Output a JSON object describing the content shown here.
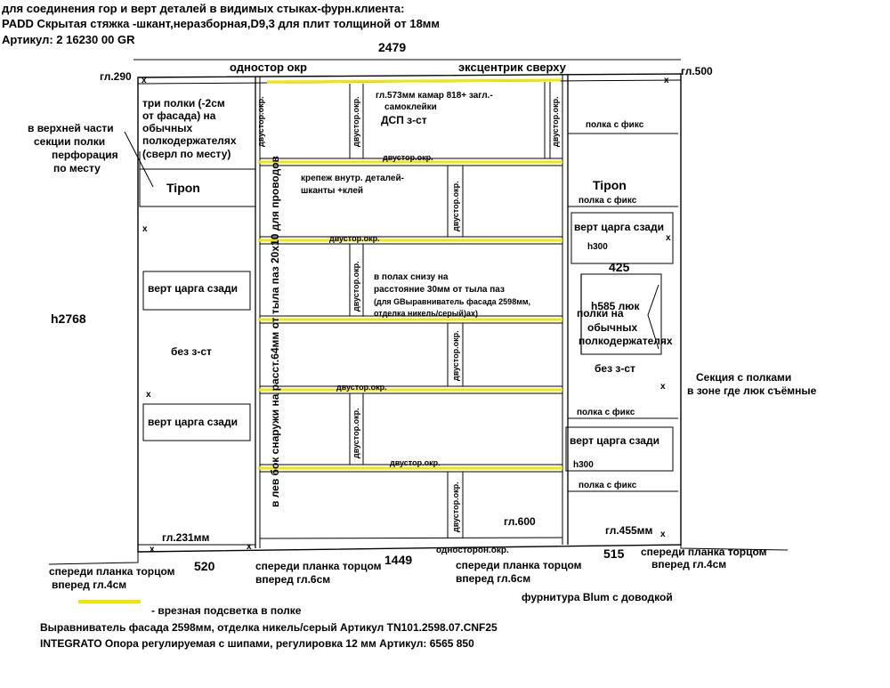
{
  "header": {
    "line1": "для соединения  гор и верт деталей  в видимых стыках-фурн.клиента:",
    "line2": " PADD Скрытая стяжка -шкант,неразборная,D9,3 для плит  толщиной  от 18мм",
    "line3": "Артикул: 2 16230 00 GR"
  },
  "top": {
    "total_width": "2479",
    "left_label": "одностор окр",
    "right_label": "эксцентрик сверху",
    "depth_left": "гл.290",
    "depth_right": "гл.500"
  },
  "left_section": {
    "three_shelves": [
      "три полки  (-2см",
      "от фасада) на",
      "обычных",
      "полкодержателях",
      "(сверл по месту)"
    ],
    "perforation_note": [
      "в верхней части",
      "секции  полки",
      "перфорация",
      "по месту"
    ],
    "tipon": "Tipon",
    "rear_rail_1": "верт царга сзади",
    "no_fasteners": "без з-ст",
    "rear_rail_2": "верт царга сзади",
    "height": "h2768",
    "bottom_depth": "гл.231мм",
    "bottom_width": "520",
    "front_plank": [
      "спереди планка торцом",
      "вперед гл.4см"
    ]
  },
  "middle_section": {
    "vertical_note": "в лев бок снаружи на расст.64мм от тыла паз 20х10 для проводов",
    "top_compartment": [
      "гл.573мм камар 818+ загл.-",
      "самоклейки",
      "ДСП з-ст"
    ],
    "fastening_note": [
      "крепеж внутр. деталей-",
      "шканты +клей"
    ],
    "floor_groove": [
      "в полах снизу  на",
      "расстояние  30мм от тыла паз",
      "(для GВыравниватель фасада 2598мм,",
      "отделка никель/серый)ах)"
    ],
    "double_edge": "двустор.окр.",
    "double_edge_short": "двустор.окр.",
    "bottom_depth": "гл.600",
    "single_edge_bottom": "односторон.окр.",
    "bottom_width": "1449",
    "front_plank": [
      "спереди планка торцом",
      "вперед гл.6см"
    ],
    "front_plank_right": [
      "спереди планка торцом",
      "вперед гл.6см"
    ]
  },
  "right_section": {
    "shelf_fixed": "полка с фикс",
    "tipon": "Tipon",
    "rear_rail_1": "верт царга сзади",
    "h300_1": "h300",
    "width_425": "425",
    "hatch": "h585  люк",
    "shelves_note": [
      "полки  на",
      "обычных",
      "полкодержателях"
    ],
    "no_fasteners": "без з-ст",
    "removable_note": [
      "Секция с  полками",
      "в  зоне где  люк  съёмные"
    ],
    "rear_rail_2": "верт царга сзади",
    "h300_2": "h300",
    "bottom_depth": "гл.455мм",
    "bottom_width": "515",
    "front_plank": [
      "спереди планка торцом",
      "вперед гл.4см"
    ]
  },
  "legend": {
    "line_color": "#f2e600",
    "text": "- врезная подсветка в полке",
    "hardware": "фурнитура Blum с доводкой"
  },
  "footer": {
    "line1": "Выравниватель фасада 2598мм, отделка никель/серый  Артикул TN101.2598.07.CNF25",
    "line2": "INTEGRATO Опора регулируемая с шипами, регулировка 12 мм Артикул: 6565 850"
  },
  "colors": {
    "led": "#f2e600",
    "line": "#000000"
  }
}
